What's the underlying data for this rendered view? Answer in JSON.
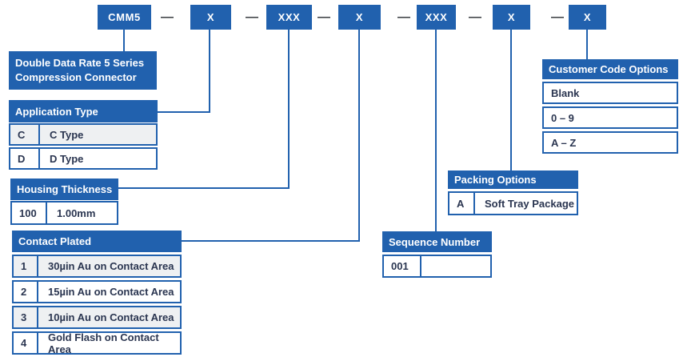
{
  "part_code": {
    "separator": "—",
    "boxes": [
      {
        "label": "CMM5"
      },
      {
        "label": "X"
      },
      {
        "label": "XXX"
      },
      {
        "label": "X"
      },
      {
        "label": "XXX"
      },
      {
        "label": "X"
      },
      {
        "label": "X"
      }
    ]
  },
  "series_note": {
    "line1": "Double Data Rate 5 Series",
    "line2": "Compression Connector"
  },
  "tables": {
    "application_type": {
      "title": "Application Type",
      "rows": [
        {
          "code": "C",
          "desc": "C Type"
        },
        {
          "code": "D",
          "desc": "D Type"
        }
      ]
    },
    "housing_thickness": {
      "title": "Housing Thickness",
      "rows": [
        {
          "code": "100",
          "desc": "1.00mm"
        }
      ]
    },
    "contact_plated": {
      "title": "Contact Plated",
      "rows": [
        {
          "code": "1",
          "desc": "30µin Au on Contact Area"
        },
        {
          "code": "2",
          "desc": "15µin Au on Contact Area"
        },
        {
          "code": "3",
          "desc": "10µin Au on Contact Area"
        },
        {
          "code": "4",
          "desc": "Gold Flash on Contact Area"
        }
      ]
    },
    "sequence_number": {
      "title": "Sequence Number",
      "rows": [
        {
          "code": "001",
          "desc": ""
        }
      ]
    },
    "packing_options": {
      "title": "Packing Options",
      "rows": [
        {
          "code": "A",
          "desc": "Soft Tray Package"
        }
      ]
    },
    "customer_code_options": {
      "title": "Customer Code Options",
      "rows": [
        {
          "label": "Blank"
        },
        {
          "label": "0 – 9"
        },
        {
          "label": "A – Z"
        }
      ]
    }
  },
  "colors": {
    "primary_blue": "#2161ae",
    "row_stripe_gray": "#eef0f2",
    "text_navy": "#2a3550",
    "dash_gray": "#3e4245"
  }
}
